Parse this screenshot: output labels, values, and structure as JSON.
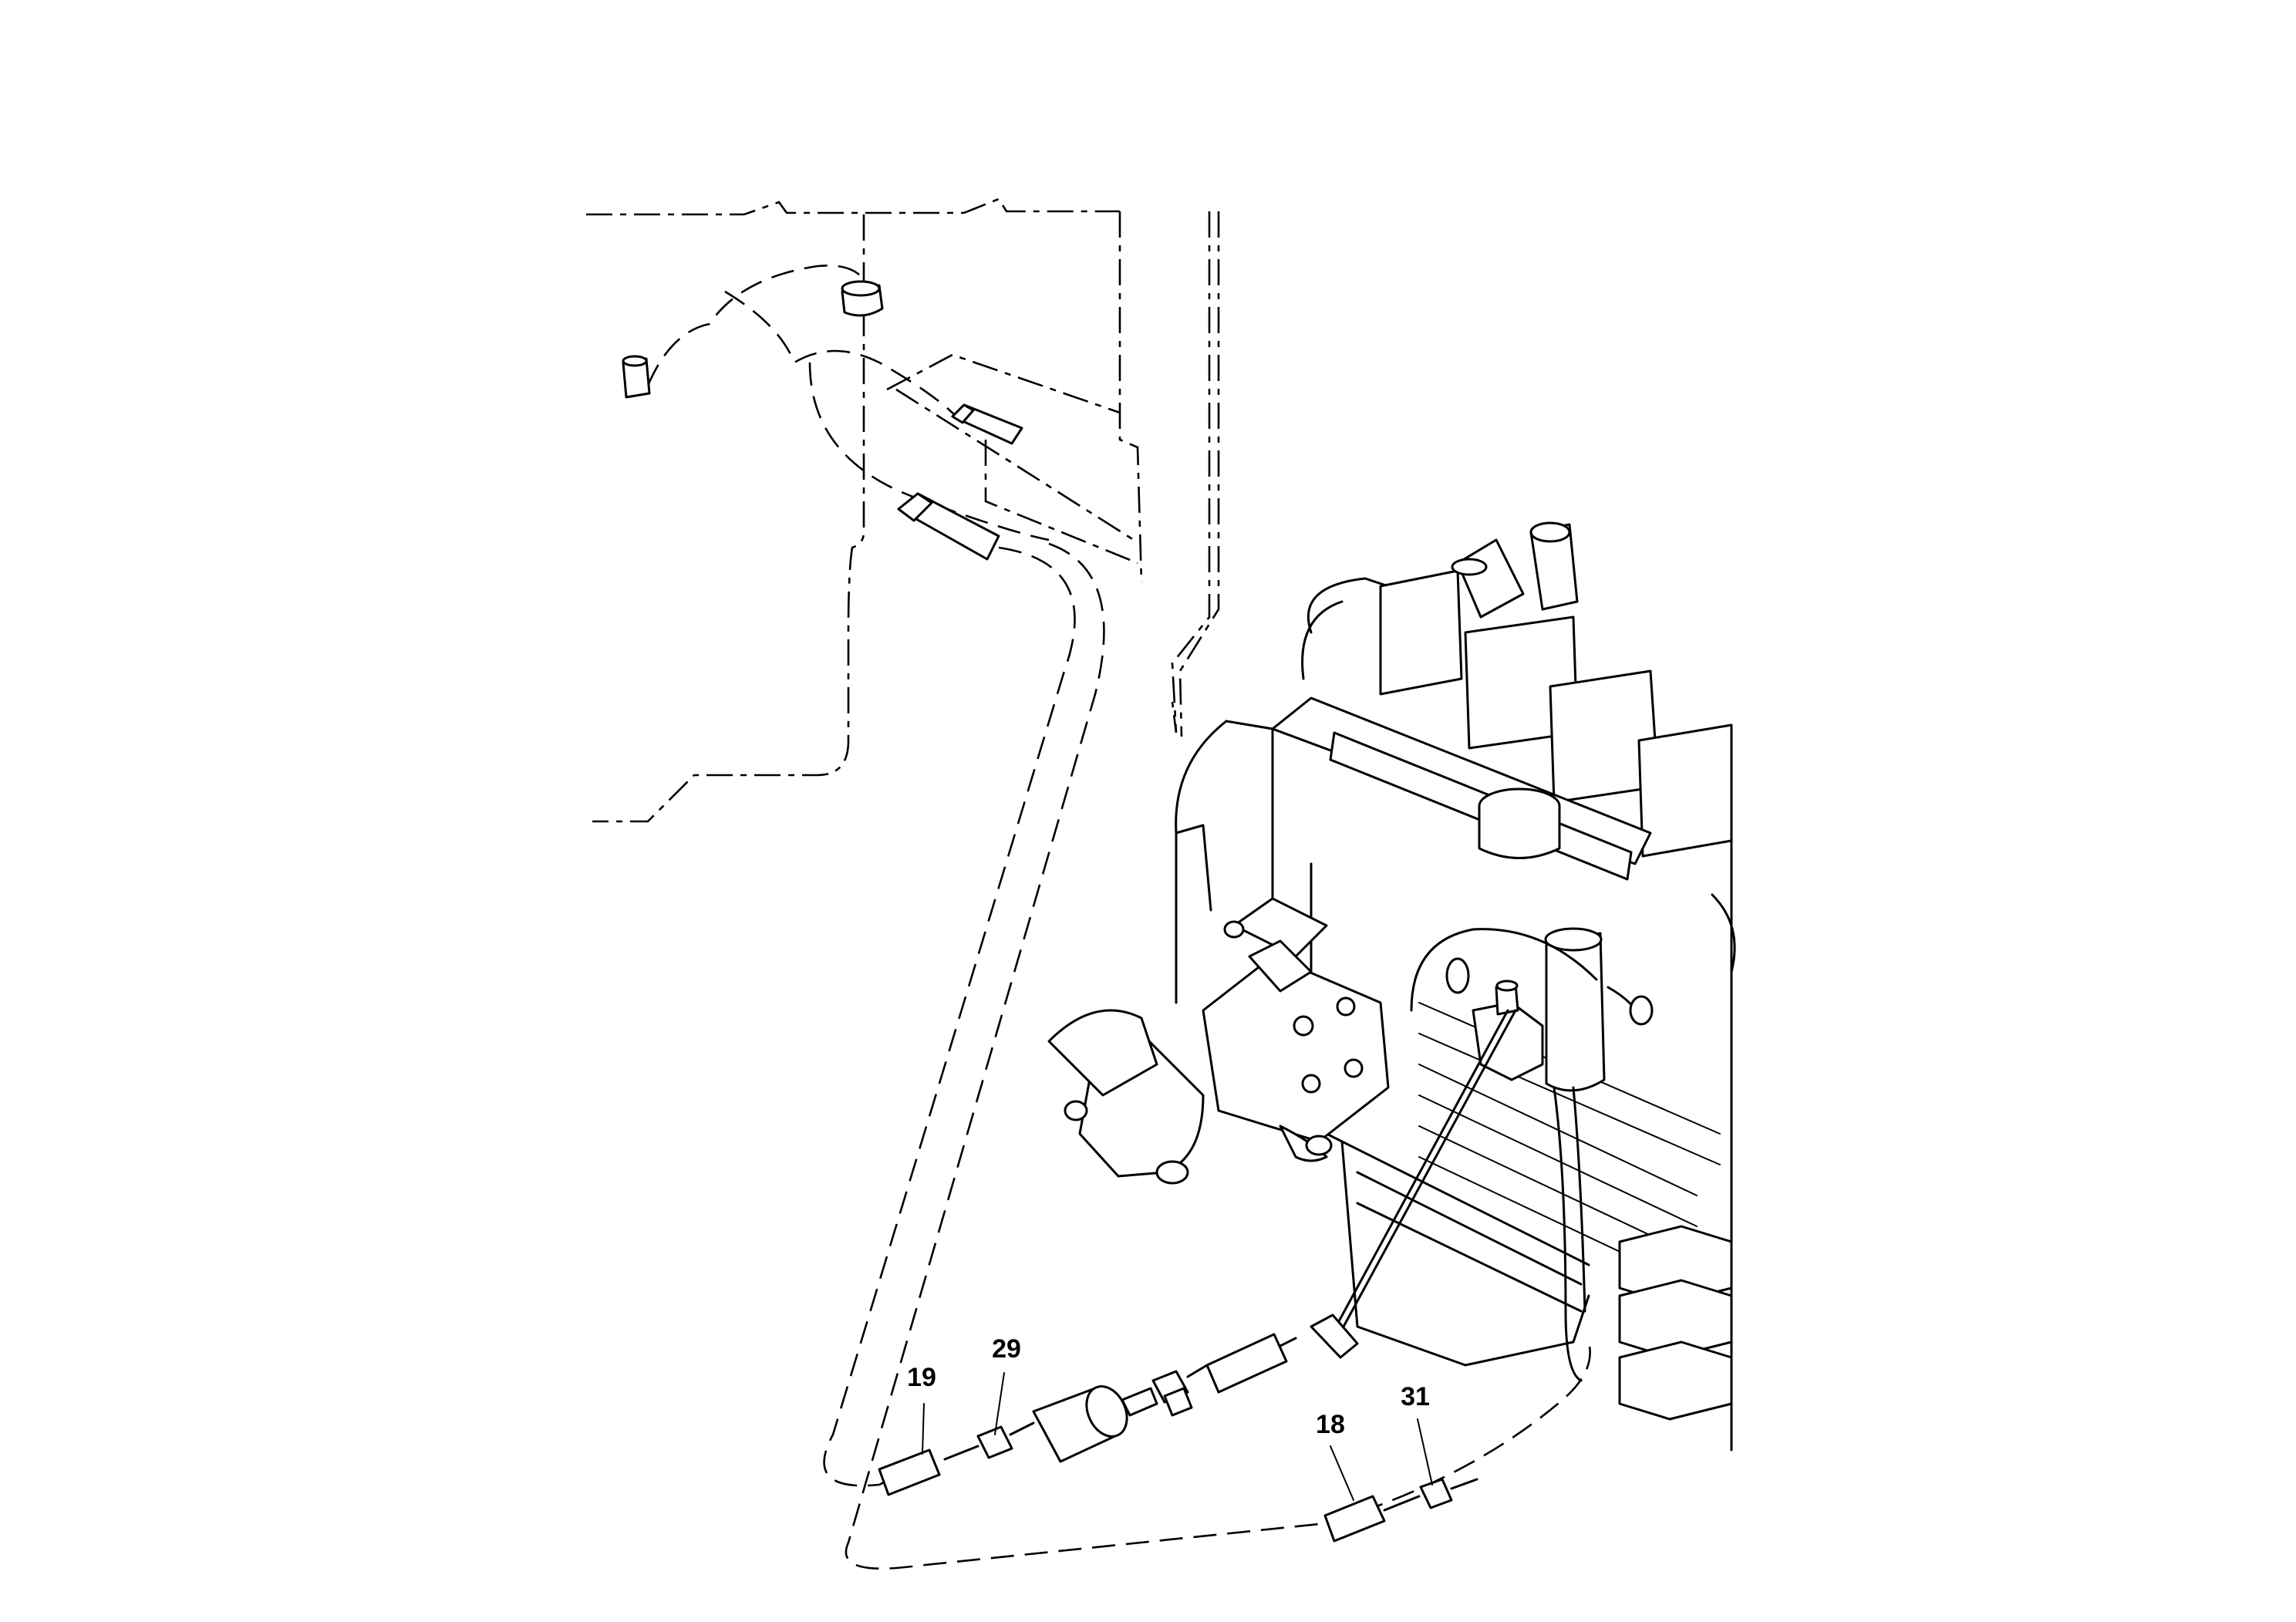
{
  "callouts": [
    {
      "id": "19",
      "label": "19"
    },
    {
      "id": "29",
      "label": "29"
    },
    {
      "id": "18",
      "label": "18"
    },
    {
      "id": "31",
      "label": "31"
    }
  ]
}
